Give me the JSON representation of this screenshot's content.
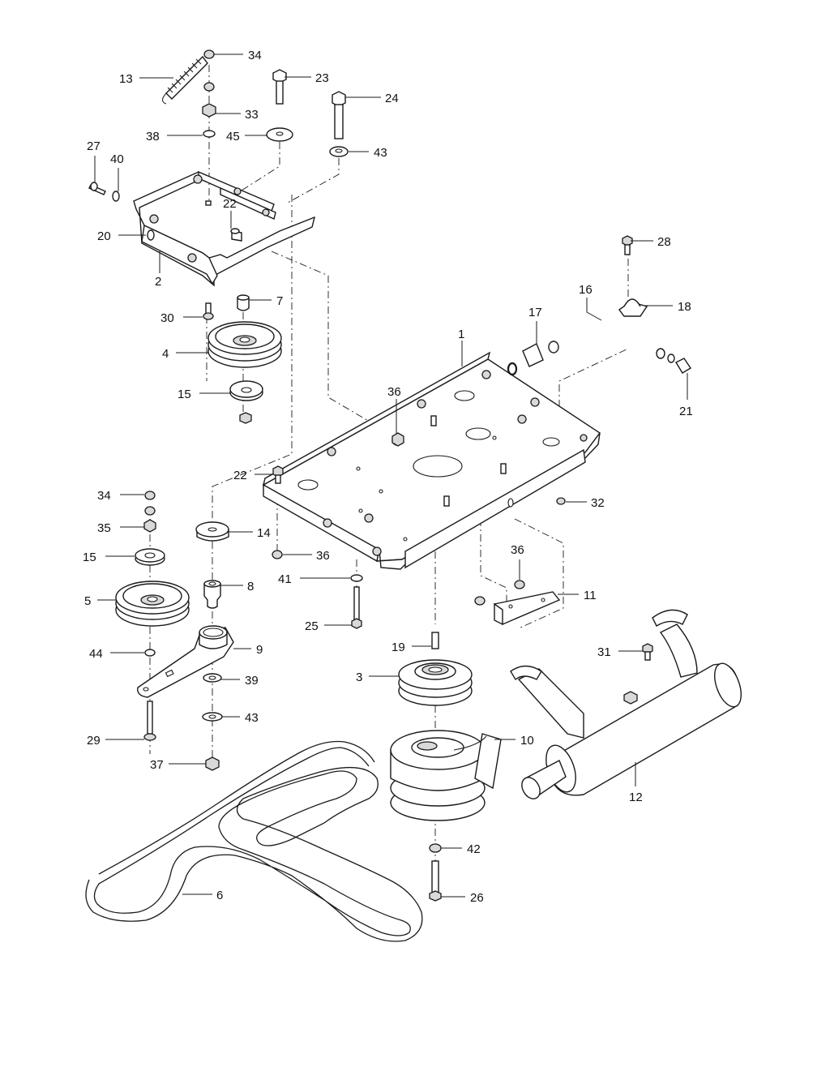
{
  "diagram": {
    "callouts": [
      {
        "id": "c34a",
        "text": "34"
      },
      {
        "id": "c13",
        "text": "13"
      },
      {
        "id": "c23",
        "text": "23"
      },
      {
        "id": "c24",
        "text": "24"
      },
      {
        "id": "c33",
        "text": "33"
      },
      {
        "id": "c38",
        "text": "38"
      },
      {
        "id": "c45",
        "text": "45"
      },
      {
        "id": "c43a",
        "text": "43"
      },
      {
        "id": "c27",
        "text": "27"
      },
      {
        "id": "c40",
        "text": "40"
      },
      {
        "id": "c22a",
        "text": "22"
      },
      {
        "id": "c20",
        "text": "20"
      },
      {
        "id": "c2",
        "text": "2"
      },
      {
        "id": "c28",
        "text": "28"
      },
      {
        "id": "c16",
        "text": "16"
      },
      {
        "id": "c17",
        "text": "17"
      },
      {
        "id": "c18",
        "text": "18"
      },
      {
        "id": "c7",
        "text": "7"
      },
      {
        "id": "c30",
        "text": "30"
      },
      {
        "id": "c1",
        "text": "1"
      },
      {
        "id": "c4",
        "text": "4"
      },
      {
        "id": "c36a",
        "text": "36"
      },
      {
        "id": "c21",
        "text": "21"
      },
      {
        "id": "c15a",
        "text": "15"
      },
      {
        "id": "c22b",
        "text": "22"
      },
      {
        "id": "c34b",
        "text": "34"
      },
      {
        "id": "c32",
        "text": "32"
      },
      {
        "id": "c35",
        "text": "35"
      },
      {
        "id": "c14",
        "text": "14"
      },
      {
        "id": "c15b",
        "text": "15"
      },
      {
        "id": "c36b",
        "text": "36"
      },
      {
        "id": "c36c",
        "text": "36"
      },
      {
        "id": "c41",
        "text": "41"
      },
      {
        "id": "c5",
        "text": "5"
      },
      {
        "id": "c8",
        "text": "8"
      },
      {
        "id": "c11",
        "text": "11"
      },
      {
        "id": "c25",
        "text": "25"
      },
      {
        "id": "c44",
        "text": "44"
      },
      {
        "id": "c9",
        "text": "9"
      },
      {
        "id": "c19",
        "text": "19"
      },
      {
        "id": "c31",
        "text": "31"
      },
      {
        "id": "c39",
        "text": "39"
      },
      {
        "id": "c3",
        "text": "3"
      },
      {
        "id": "c43b",
        "text": "43"
      },
      {
        "id": "c29",
        "text": "29"
      },
      {
        "id": "c10",
        "text": "10"
      },
      {
        "id": "c37",
        "text": "37"
      },
      {
        "id": "c12",
        "text": "12"
      },
      {
        "id": "c42",
        "text": "42"
      },
      {
        "id": "c6",
        "text": "6"
      },
      {
        "id": "c26",
        "text": "26"
      }
    ]
  }
}
